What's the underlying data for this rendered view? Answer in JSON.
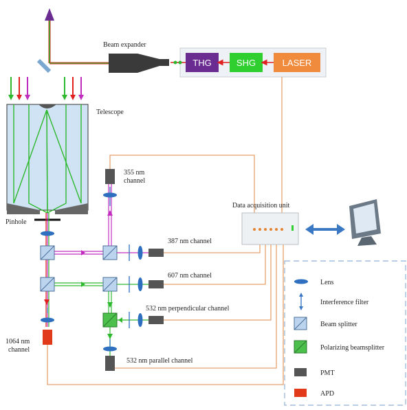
{
  "title": "",
  "labels": {
    "beam_expander": "Beam expander",
    "thg": "THG",
    "shg": "SHG",
    "laser": "LASER",
    "telescope": "Telescope",
    "pinhole": "Pinhole",
    "ch355_a": "355 nm",
    "ch355_b": "channel",
    "daq": "Data acquisition unit",
    "ch387": "387 nm channel",
    "ch607": "607 nm channel",
    "ch532perp": "532 nm perpendicular channel",
    "ch532par": "532 nm parallel channel",
    "ch1064_a": "1064 nm",
    "ch1064_b": "channel"
  },
  "legend": {
    "items": [
      {
        "symbol": "lens",
        "label": "Lens"
      },
      {
        "symbol": "interference-filter",
        "label": "Interference filter"
      },
      {
        "symbol": "beam-splitter",
        "label": "Beam splitter"
      },
      {
        "symbol": "polarizing-beamsplitter",
        "label": "Polarizing beamsplitter"
      },
      {
        "symbol": "pmt",
        "label": "PMT"
      },
      {
        "symbol": "apd",
        "label": "APD"
      }
    ]
  },
  "colors": {
    "thg": "#6a2c91",
    "shg": "#2fcf2f",
    "laser": "#f08a3c",
    "uv_beam": "#c02cc0",
    "green_beam": "#2db82d",
    "ir_beam": "#e02020",
    "cable": "#e8a06a",
    "lens": "#2f6fbf",
    "beam_splitter": "#bcd4ee",
    "polarizing_bs": "#4cbf4c",
    "pmt": "#555555",
    "apd": "#e03a1a",
    "telescope_fill": "#cfe3f4"
  }
}
